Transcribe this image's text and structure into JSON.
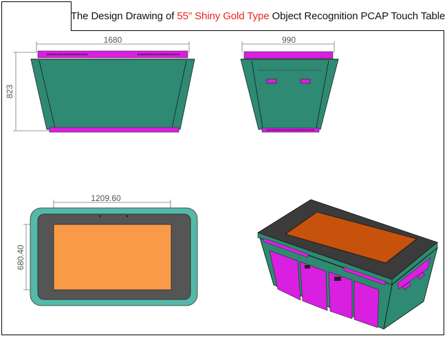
{
  "title": {
    "prefix": "The Design Drawing of ",
    "highlight": "55\" Shiny Gold Type",
    "suffix": " Object Recognition PCAP Touch Table"
  },
  "dimensions": {
    "front_width": "1680",
    "front_height": "823",
    "side_width": "990",
    "top_width": "1209.60",
    "top_height": "680.40"
  },
  "colors": {
    "teal_body": "#2e8a72",
    "magenta_panel": "#d91fe0",
    "top_frame": "#55b8a8",
    "bezel": "#555555",
    "screen": "#f99a48",
    "screen_iso": "#c6520c",
    "title_highlight": "#e8251b"
  }
}
